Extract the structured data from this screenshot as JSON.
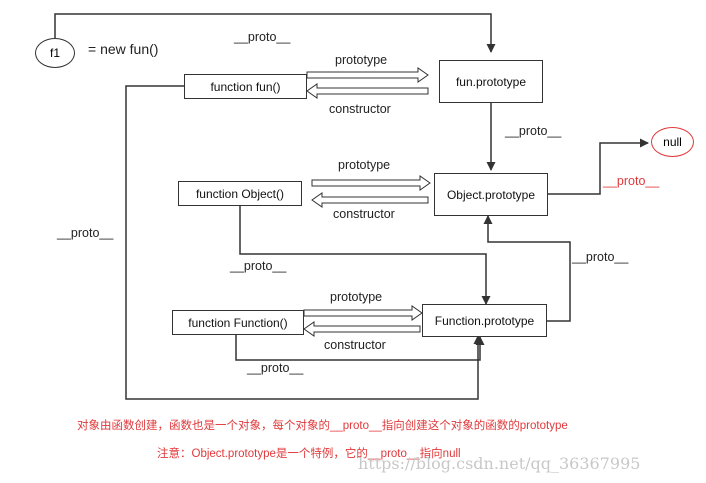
{
  "nodes": {
    "f1": "f1",
    "f1_expr": "= new  fun()",
    "fun": "function fun()",
    "fun_prototype": "fun.prototype",
    "object": "function Object()",
    "object_prototype": "Object.prototype",
    "function": "function Function()",
    "function_prototype": "Function.prototype",
    "null": "null"
  },
  "edges": {
    "proto_top": "__proto__",
    "prototype_fun": "prototype",
    "constructor_fun": "constructor",
    "proto_funproto": "__proto__",
    "prototype_object": "prototype",
    "constructor_object": "constructor",
    "proto_objectproto_null": "__proto__",
    "proto_left": "__proto__",
    "proto_object": "__proto__",
    "proto_right": "__proto__",
    "prototype_function": "prototype",
    "constructor_function": "constructor",
    "proto_function": "__proto__"
  },
  "notes": {
    "line1": "对象由函数创建，函数也是一个对象，每个对象的__proto__指向创建这个对象的函数的prototype",
    "line2": "注意：Object.prototype是一个特例，它的__proto__指向null"
  },
  "watermark": "https://blog.csdn.net/qq_36367995",
  "colors": {
    "accent": "#e0393b",
    "line": "#333333"
  }
}
